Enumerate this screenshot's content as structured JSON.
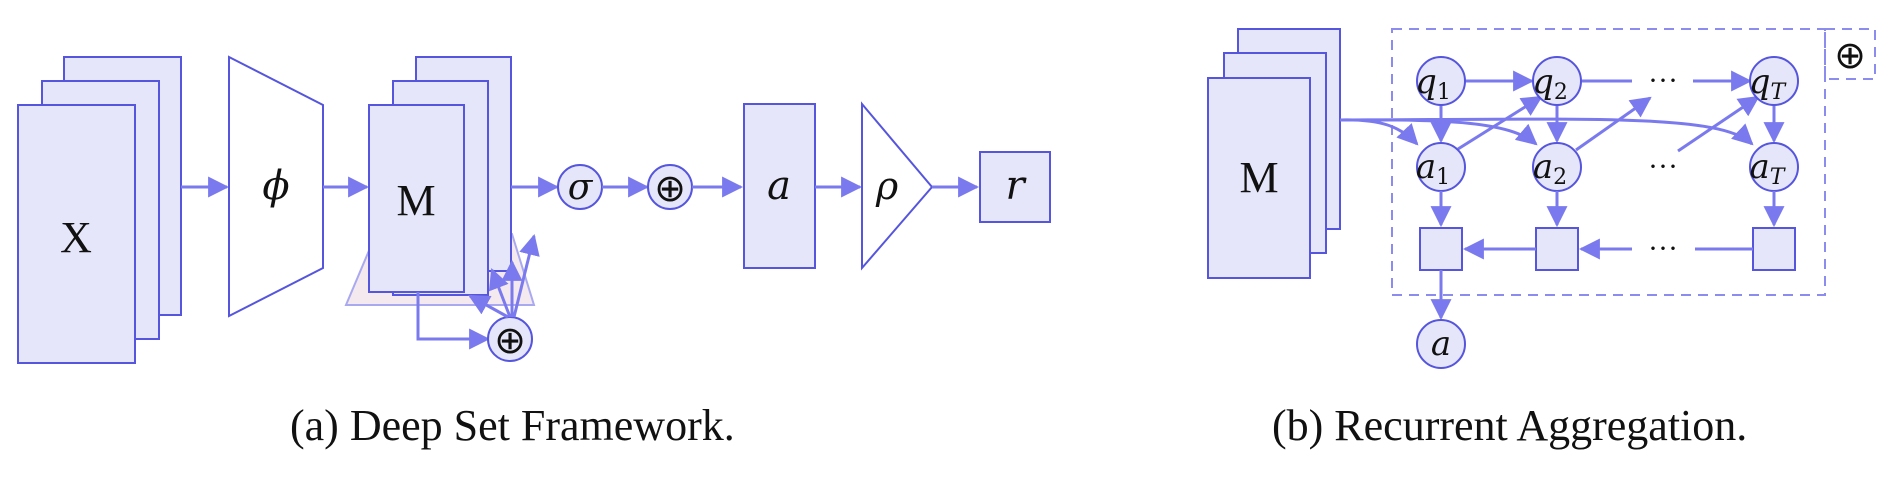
{
  "colors": {
    "stroke": "#5555dd",
    "fill": "#e6e6fa",
    "arrow": "#7a7aee",
    "plane_fill": "#f4e9ef"
  },
  "panel_a": {
    "caption": "(a) Deep Set Framework.",
    "labels": {
      "X": "X",
      "phi": "ϕ",
      "M": "M",
      "sigma": "σ",
      "oplus": "⊕",
      "a": "a",
      "rho": "ρ",
      "r": "r"
    }
  },
  "panel_b": {
    "caption": "(b) Recurrent Aggregation.",
    "labels": {
      "M": "M",
      "q": "q",
      "a": "a",
      "sub_1": "1",
      "sub_2": "2",
      "sub_T": "T",
      "ellipsis": "···",
      "oplus": "⊕",
      "a_out": "a"
    }
  }
}
